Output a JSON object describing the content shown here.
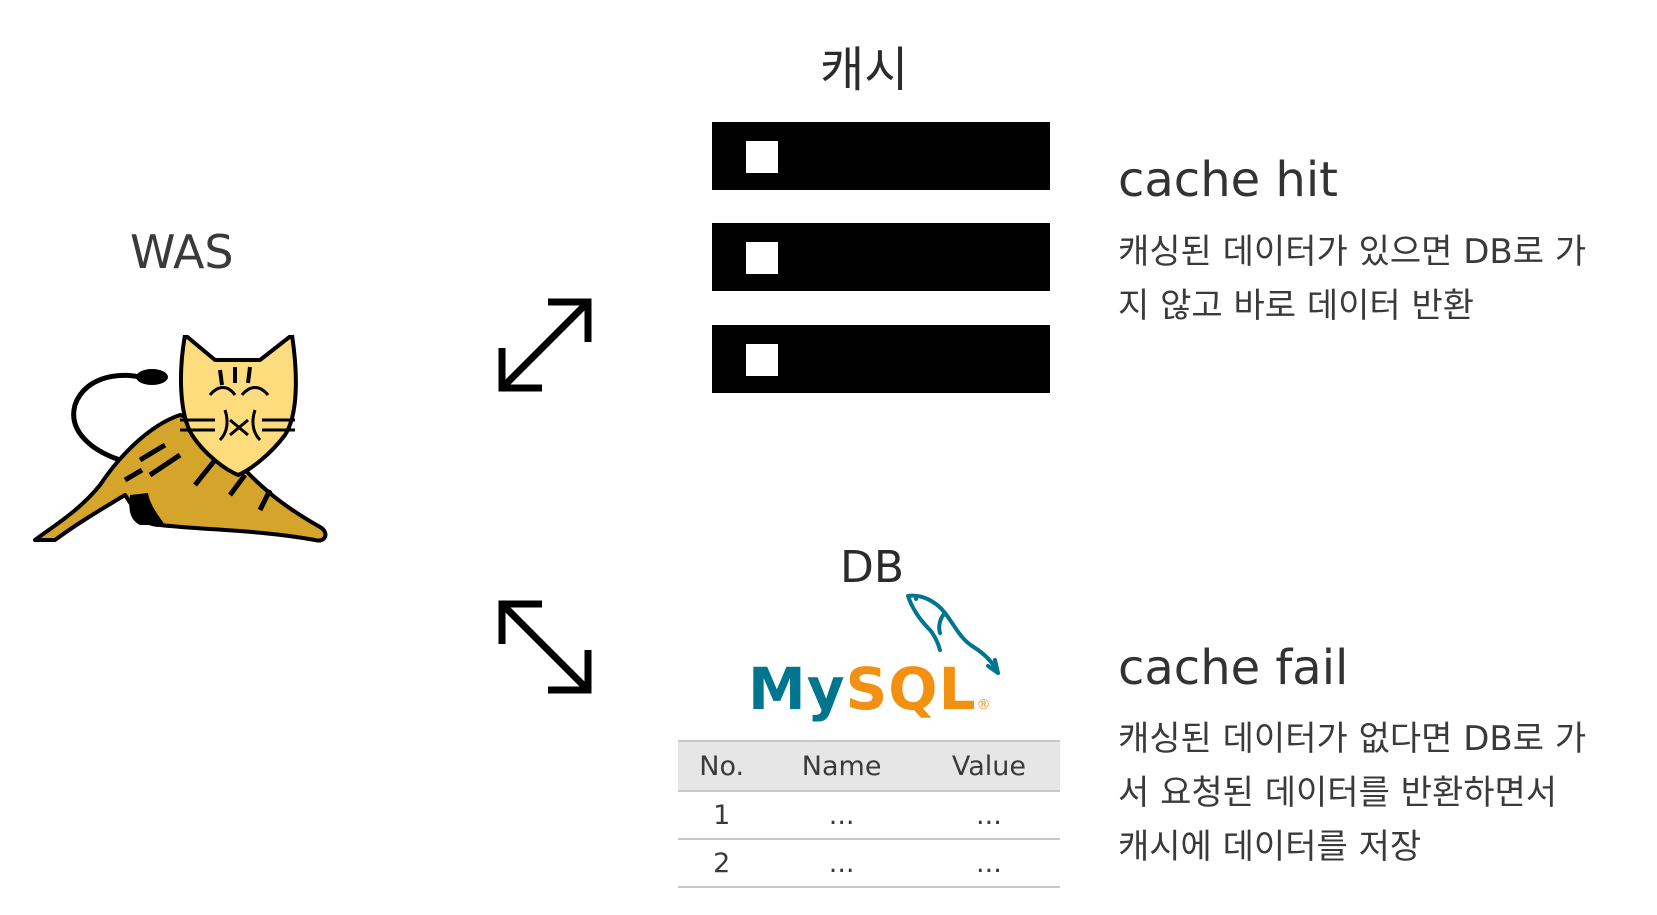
{
  "was": {
    "label": "WAS"
  },
  "cache": {
    "label": "캐시"
  },
  "db": {
    "label": "DB",
    "logo_my": "My",
    "logo_sql": "SQL",
    "logo_reg": "®",
    "table": {
      "headers": [
        "No.",
        "Name",
        "Value"
      ],
      "rows": [
        [
          "1",
          "...",
          "..."
        ],
        [
          "2",
          "...",
          "..."
        ]
      ]
    }
  },
  "hit": {
    "title": "cache hit",
    "desc_line1": "캐싱된 데이터가 있으면 DB로 가",
    "desc_line2": "지 않고 바로 데이터 반환"
  },
  "fail": {
    "title": "cache fail",
    "desc_line1": "캐싱된 데이터가 없다면 DB로 가",
    "desc_line2": "서 요청된 데이터를 반환하면서",
    "desc_line3": "캐시에 데이터를 저장"
  },
  "colors": {
    "tomcat_body": "#d4a52a",
    "tomcat_face": "#fddc7d",
    "mysql_blue": "#00758f",
    "mysql_orange": "#f29111"
  }
}
